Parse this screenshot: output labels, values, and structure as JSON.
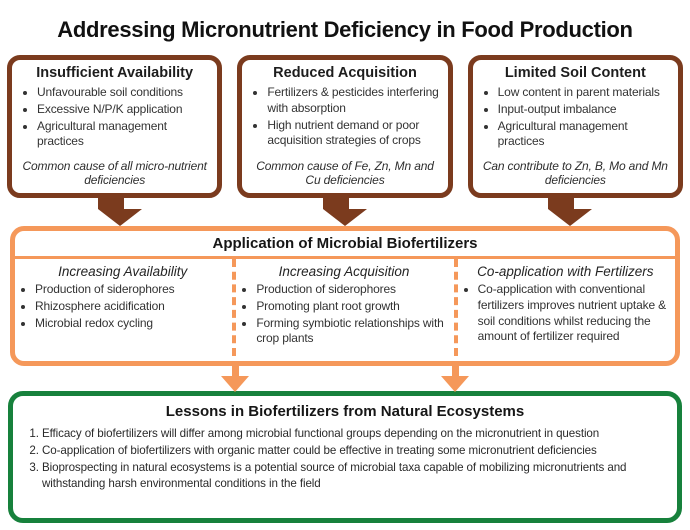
{
  "page": {
    "title": "Addressing Micronutrient Deficiency in Food Production"
  },
  "colors": {
    "brown": "#7B3B1E",
    "orange": "#F5985A",
    "green": "#17813C"
  },
  "cause_boxes": [
    {
      "title": "Insufficient Availability",
      "bullets": [
        "Unfavourable soil conditions",
        "Excessive N/P/K application",
        "Agricultural management practices"
      ],
      "note": "Common cause of all micro-nutrient deficiencies"
    },
    {
      "title": "Reduced Acquisition",
      "bullets": [
        "Fertilizers & pesticides interfering with absorption",
        "High nutrient demand or poor acquisition strategies of crops"
      ],
      "note": "Common cause of Fe, Zn, Mn and Cu deficiencies"
    },
    {
      "title": "Limited Soil Content",
      "bullets": [
        "Low content in parent materials",
        "Input-output imbalance",
        "Agricultural management practices"
      ],
      "note": "Can contribute to Zn, B, Mo and Mn deficiencies"
    }
  ],
  "application": {
    "title": "Application of Microbial Biofertilizers",
    "columns": [
      {
        "title": "Increasing Availability",
        "bullets": [
          "Production of siderophores",
          "Rhizosphere acidification",
          "Microbial redox cycling"
        ]
      },
      {
        "title": "Increasing Acquisition",
        "bullets": [
          "Production of siderophores",
          "Promoting plant root growth",
          "Forming symbiotic relationships with crop plants"
        ]
      },
      {
        "title": "Co-application with Fertilizers",
        "bullets": [
          "Co-application with conventional fertilizers improves nutrient uptake & soil conditions whilst reducing the amount of fertilizer required"
        ]
      }
    ]
  },
  "lessons": {
    "title": "Lessons in Biofertilizers from Natural Ecosystems",
    "items": [
      "Efficacy of biofertilizers will differ among microbial functional groups depending on the micronutrient in question",
      "Co-application of biofertilizers with organic matter could be effective in treating some micronutrient deficiencies",
      "Bioprospecting in natural ecosystems is a potential source of microbial taxa capable of mobilizing micronutrients and withstanding harsh environmental conditions in the field"
    ]
  }
}
